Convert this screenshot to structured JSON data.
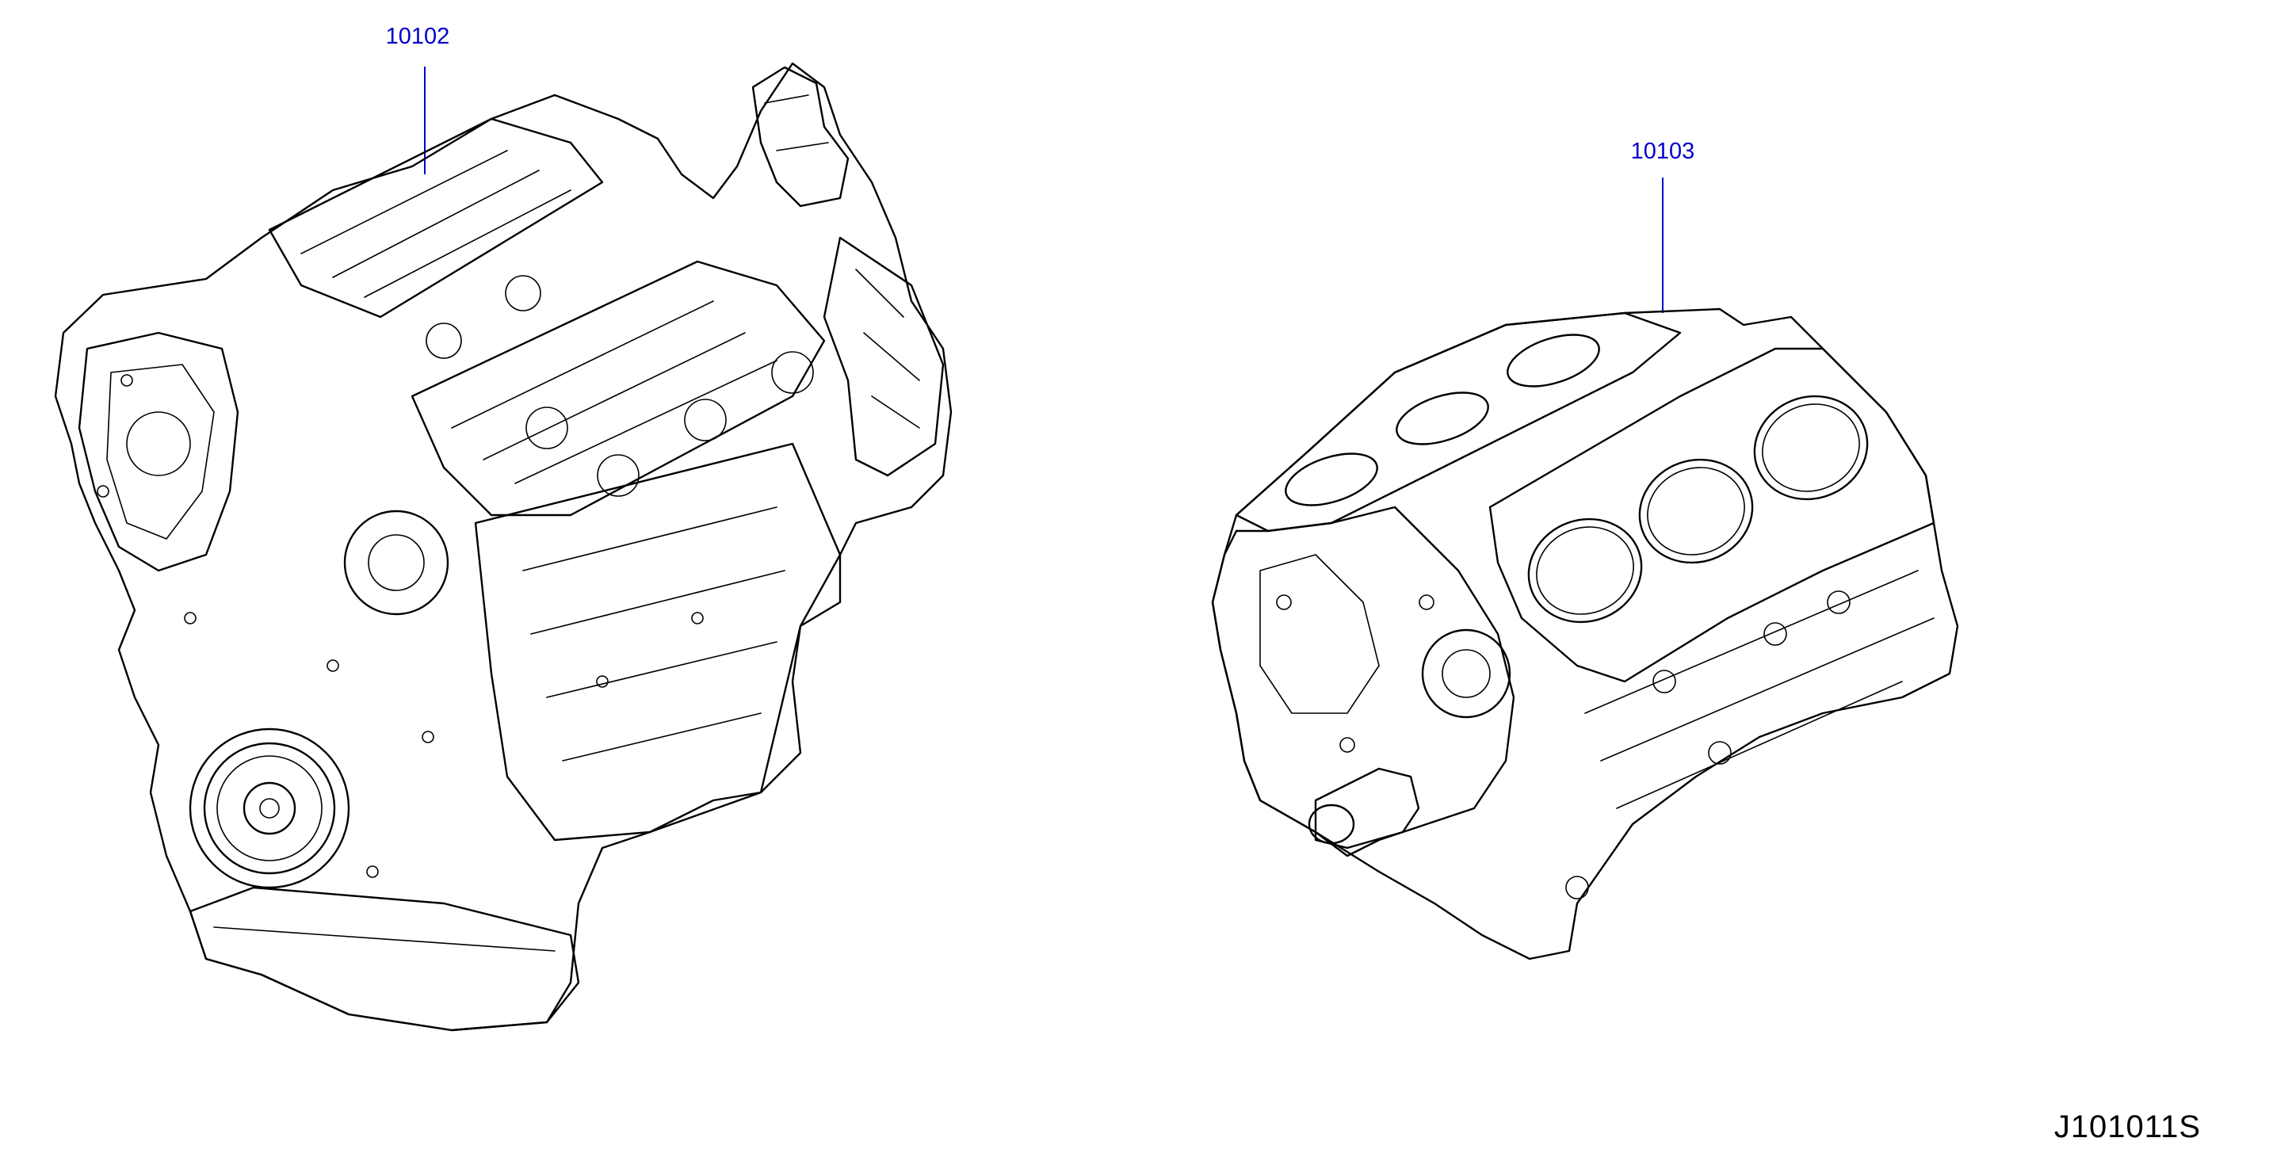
{
  "diagram": {
    "callouts": [
      {
        "id": "complete-engine",
        "part_number": "10102"
      },
      {
        "id": "short-block",
        "part_number": "10103"
      }
    ],
    "code": "J101011S",
    "colors": {
      "callout": "#0000cc",
      "lines": "#000000",
      "background": "#ffffff"
    }
  }
}
